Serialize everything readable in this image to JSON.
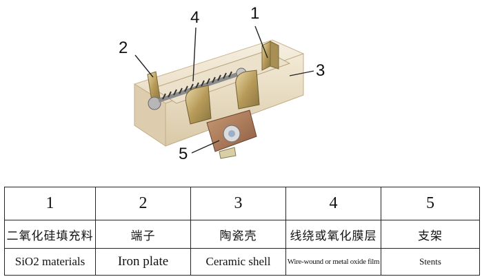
{
  "figure": {
    "callouts": [
      "1",
      "2",
      "3",
      "4",
      "5"
    ]
  },
  "legend": {
    "numbers": [
      "1",
      "2",
      "3",
      "4",
      "5"
    ],
    "chinese": [
      "二氧化硅填充料",
      "端子",
      "陶瓷壳",
      "线绕或氧化膜层",
      "支架"
    ],
    "english": [
      "SiO2 materials",
      "Iron plate",
      "Ceramic shell",
      "Wire-wound or metal oxide film",
      "Stents"
    ]
  }
}
